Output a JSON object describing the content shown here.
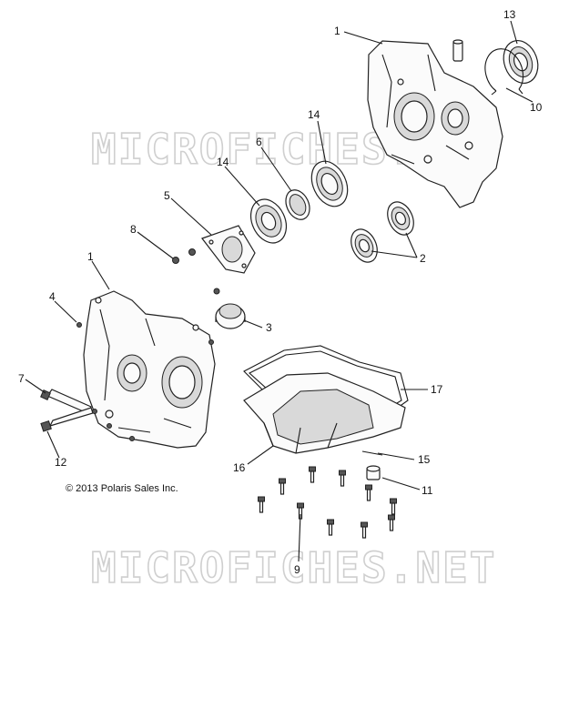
{
  "watermark": "MICROFICHES.NET",
  "copyright": "© 2013 Polaris Sales Inc.",
  "callouts": {
    "c1_upper": "1",
    "c1_lower": "1",
    "c2": "2",
    "c3": "3",
    "c4": "4",
    "c5": "5",
    "c6": "6",
    "c7": "7",
    "c8": "8",
    "c9": "9",
    "c10": "10",
    "c11": "11",
    "c12": "12",
    "c13": "13",
    "c14_left": "14",
    "c14_right": "14",
    "c15": "15",
    "c16": "16",
    "c17": "17"
  }
}
